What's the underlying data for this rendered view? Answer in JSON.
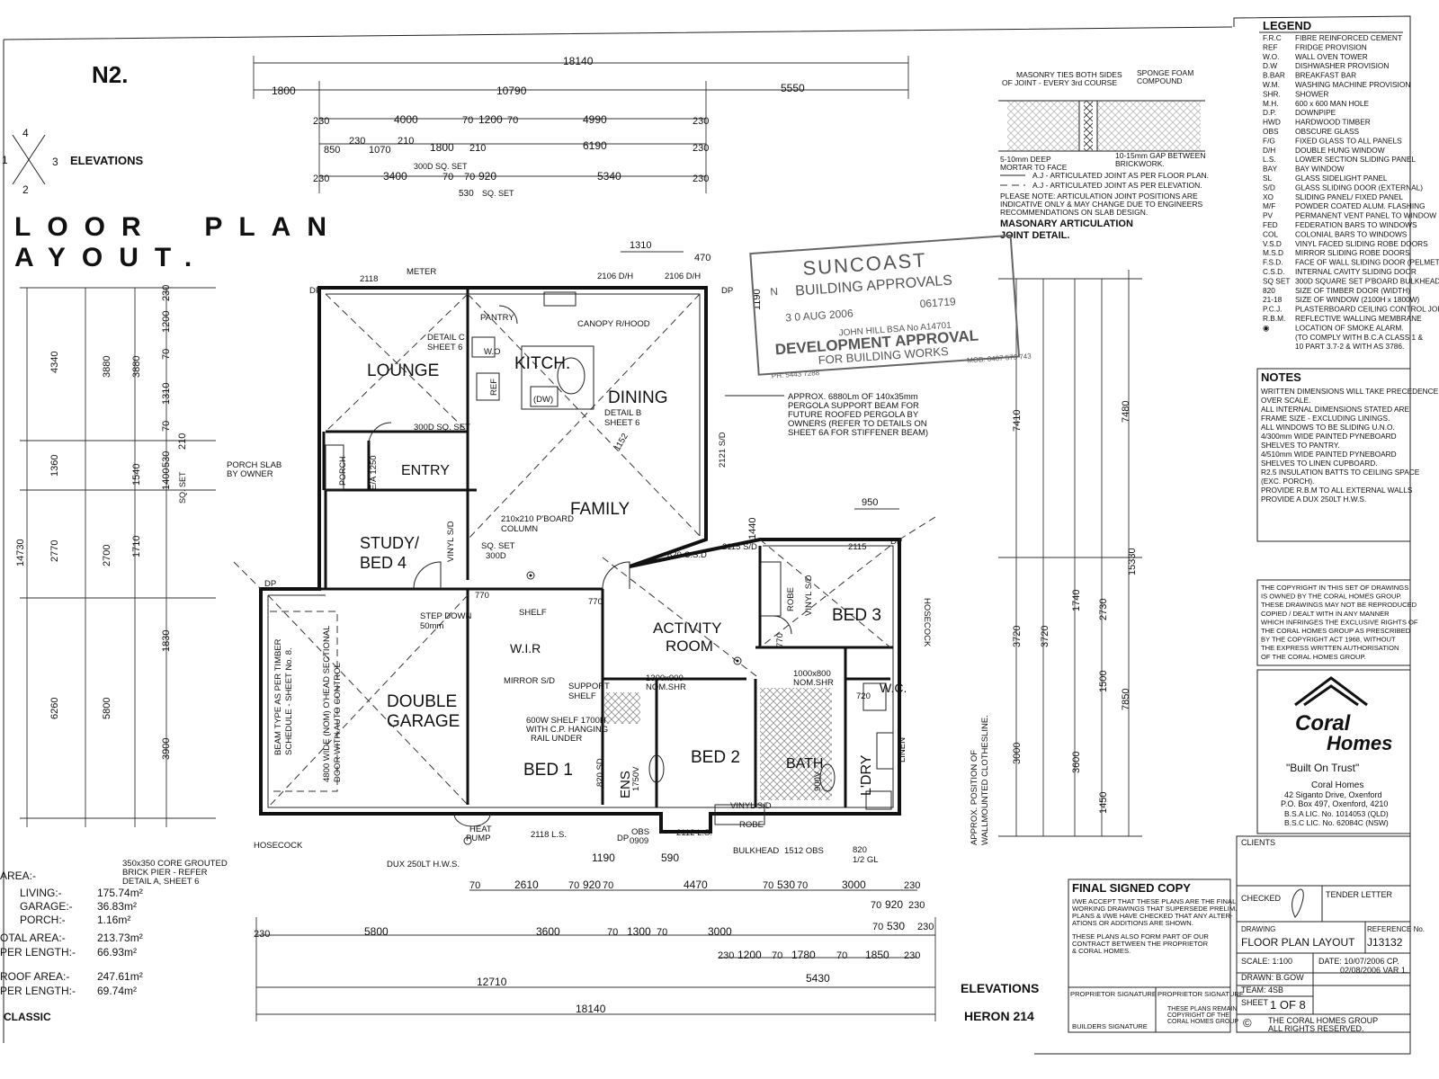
{
  "sheet_label": "N2.",
  "elevations_key": {
    "top": "4",
    "left": "1",
    "right": "3",
    "bottom": "2",
    "label": "ELEVATIONS"
  },
  "title": {
    "line1": "LOOR  PLAN",
    "line2": "AYOUT."
  },
  "top_dims": {
    "row1": [
      "18140"
    ],
    "row2": [
      "1800",
      "10790",
      "5550"
    ],
    "row3": [
      "230",
      "4000",
      "70",
      "1200",
      "70",
      "4990",
      "230"
    ],
    "row4": [
      "850",
      "230",
      "1070",
      "210",
      "1800",
      "210",
      "6190",
      "230"
    ],
    "row4_note": "300D SQ. SET",
    "row5": [
      "230",
      "3400",
      "70",
      "70",
      "920",
      "5340",
      "230"
    ],
    "row5_note": [
      "530",
      "SQ. SET"
    ]
  },
  "rooms": {
    "lounge": "LOUNGE",
    "kitch": "KITCH.",
    "dining": "DINING",
    "entry": "ENTRY",
    "family": "FAMILY",
    "study": [
      "STUDY/",
      "BED 4"
    ],
    "activity": [
      "ACTIVITY",
      "ROOM"
    ],
    "bed3": "BED 3",
    "garage": [
      "DOUBLE",
      "GARAGE"
    ],
    "wir": "W.I.R",
    "bed1": "BED 1",
    "bed2": "BED 2",
    "bath": "BATH",
    "ldry": "L'DRY",
    "wc": "W.C.",
    "ens": "ENS",
    "porch": "PORCH"
  },
  "plan_labels": {
    "meter": "METER",
    "canopy": "CANOPY R/HOOD",
    "pantry": "PANTRY",
    "wo": "W.O",
    "ref": "REF",
    "dw": "(DW)",
    "detail_c": [
      "DETAIL C",
      "SHEET 6"
    ],
    "detail_b": [
      "DETAIL B",
      "SHEET 6"
    ],
    "sq_set_300d": "300D SQ. SET",
    "porch_slab": [
      "PORCH SLAB",
      "BY OWNER"
    ],
    "column": [
      "210x210 P'BOARD",
      "COLUMN"
    ],
    "sq_set_300": [
      "SQ. SET",
      "300D"
    ],
    "step_down": [
      "STEP DOWN",
      "50mm"
    ],
    "shelf": "SHELF",
    "mirror": "MIRROR S/D",
    "support_shelf": [
      "SUPPORT",
      "SHELF"
    ],
    "nom_shr1": [
      "1300x900",
      "NOM.SHR"
    ],
    "nom_shr2": [
      "1000x800",
      "NOM.SHR"
    ],
    "shelf_note": [
      "600W SHELF 1700H",
      "WITH C.P. HANGING",
      "RAIL UNDER"
    ],
    "robe": "ROBE",
    "vinyl_sd": "VINYL S/D",
    "linen": "LINEN",
    "hosecock": "HOSECOCK",
    "heat_pump": [
      "HEAT",
      "PUMP"
    ],
    "hws": "DUX 250LT H.W.S.",
    "bulkhead": "BULKHEAD",
    "beam_type": [
      "BEAM TYPE AS PER TIMBER",
      "SCHEDULE - SHEET No. 8."
    ],
    "garage_door": [
      "4800 WIDE (NOM) O'HEAD SECTIONAL",
      "DOOR WITH AUTO CONTROL"
    ],
    "clothesline": [
      "APPROX. POSITION OF",
      "WALLMOUNTED CLOTHESLINE."
    ],
    "pergola": [
      "APPROX. 6880Lm OF 140x35mm",
      "PERGOLA SUPPORT BEAM FOR",
      "FUTURE ROOFED PERGOLA BY",
      "OWNERS (REFER TO DETAILS ON",
      "SHEET 6A FOR STIFFENER BEAM)"
    ],
    "core_grouted": [
      "350x350 CORE GROUTED",
      "BRICK PIER - REFER",
      "DETAIL A, SHEET 6"
    ],
    "window_marks": [
      "2118",
      "2106 D/H",
      "2106 D/H",
      "2115 S/D",
      "2115",
      "2121 S/D",
      "2118 L.S.",
      "2112 L.S.",
      "1512 OBS",
      "820 C.S.D",
      "0909",
      "OBS",
      "820",
      "1/2 GL",
      "820 SD",
      "1750V",
      "900V",
      "E/A 1250",
      "VINYL S/D",
      "DP",
      "720",
      "770",
      "1152"
    ]
  },
  "areas": {
    "heading": "AREA:-",
    "rows": [
      {
        "label": "LIVING:-",
        "value": "175.74m²"
      },
      {
        "label": "GARAGE:-",
        "value": "36.83m²"
      },
      {
        "label": "PORCH:-",
        "value": "1.16m²"
      },
      {
        "label": "OTAL AREA:-",
        "value": "213.73m²"
      },
      {
        "label": "PER LENGTH:-",
        "value": "66.93m²"
      },
      {
        "label": "ROOF AREA:-",
        "value": "247.61m²"
      },
      {
        "label": "PER LENGTH:-",
        "value": "69.74m²"
      }
    ],
    "series": "CLASSIC"
  },
  "bottom_dims": {
    "row1": [
      "70",
      "2610",
      "70",
      "920",
      "70",
      "4470",
      "70",
      "530",
      "70",
      "3000",
      "230"
    ],
    "row2": [
      "70",
      "920",
      "230"
    ],
    "row3": [
      "230",
      "5800",
      "3600",
      "70",
      "1300",
      "70",
      "3000",
      "70",
      "530",
      "230"
    ],
    "row4": [
      "230",
      "1200",
      "70",
      "1780",
      "70",
      "1850",
      "230"
    ],
    "row5": [
      "12710",
      "5430"
    ],
    "row6": [
      "18140"
    ],
    "small": [
      "1190",
      "590"
    ]
  },
  "left_dims": {
    "outer": [
      "4340",
      "1360",
      "2770",
      "14730",
      "6260"
    ],
    "mid": [
      "3880",
      "2700",
      "5800"
    ],
    "inner": [
      "3880",
      "1540",
      "1710",
      "1830",
      "3900"
    ],
    "edge": [
      "230",
      "1200",
      "70",
      "1310",
      "70",
      "530",
      "210",
      "1400",
      "SQ. SET"
    ]
  },
  "right_dims": {
    "outer": [
      "7480",
      "15330",
      "7850"
    ],
    "mid": [
      "7410",
      "3720",
      "3000"
    ],
    "inner": [
      "3720",
      "3600",
      "1740",
      "2730",
      "1500",
      "1450"
    ],
    "small": [
      "950",
      "1440",
      "1310",
      "470",
      "1190"
    ]
  },
  "articulation": {
    "labels": [
      "MASONRY TIES BOTH SIDES",
      "OF JOINT - EVERY 3rd COURSE",
      "SPONGE FOAM",
      "COMPOUND",
      "5-10mm DEEP",
      "MORTAR TO FACE",
      "10-15mm GAP BETWEEN",
      "BRICKWORK."
    ],
    "aj1": "A.J - ARTICULATED JOINT AS PER FLOOR PLAN.",
    "aj2": "A.J - ARTICULATED JOINT AS PER ELEVATION.",
    "note": [
      "PLEASE NOTE: ARTICULATION JOINT POSITIONS ARE",
      "INDICATIVE ONLY & MAY CHANGE DUE TO ENGINEERS",
      "RECOMMENDATIONS ON SLAB DESIGN."
    ],
    "title": [
      "MASONARY ARTICULATION",
      "JOINT DETAIL."
    ]
  },
  "stamp": {
    "line1": "SUNCOAST",
    "line2": "BUILDING APPROVALS",
    "date": "3 0 AUG 2006",
    "number": "061719",
    "line3": "JOHN HILL  BSA No A14701",
    "line4": "DEVELOPMENT APPROVAL",
    "line5": "FOR BUILDING WORKS",
    "ph": "PH: 5443 7288",
    "mob": "MOB: 0407 573 743",
    "n": "N"
  },
  "legend": {
    "title": "LEGEND",
    "items": [
      {
        "code": "F.R.C",
        "desc": "FIBRE REINFORCED CEMENT"
      },
      {
        "code": "REF",
        "desc": "FRIDGE PROVISION"
      },
      {
        "code": "W.O.",
        "desc": "WALL OVEN TOWER"
      },
      {
        "code": "D.W",
        "desc": "DISHWASHER PROVISION"
      },
      {
        "code": "B.BAR",
        "desc": "BREAKFAST BAR"
      },
      {
        "code": "W.M.",
        "desc": "WASHING MACHINE PROVISION"
      },
      {
        "code": "SHR.",
        "desc": "SHOWER"
      },
      {
        "code": "M.H.",
        "desc": "600 x 600 MAN HOLE"
      },
      {
        "code": "D.P.",
        "desc": "DOWNPIPE"
      },
      {
        "code": "HWD",
        "desc": "HARDWOOD TIMBER"
      },
      {
        "code": "OBS",
        "desc": "OBSCURE GLASS"
      },
      {
        "code": "F/G",
        "desc": "FIXED GLASS TO ALL PANELS"
      },
      {
        "code": "D/H",
        "desc": "DOUBLE HUNG WINDOW"
      },
      {
        "code": "L.S.",
        "desc": "LOWER SECTION SLIDING PANEL"
      },
      {
        "code": "BAY",
        "desc": "BAY WINDOW"
      },
      {
        "code": "SL",
        "desc": "GLASS SIDELIGHT PANEL"
      },
      {
        "code": "S/D",
        "desc": "GLASS SLIDING DOOR (EXTERNAL)"
      },
      {
        "code": "XO",
        "desc": "SLIDING PANEL/ FIXED PANEL"
      },
      {
        "code": "M/F",
        "desc": "POWDER COATED ALUM. FLASHING"
      },
      {
        "code": "PV",
        "desc": "PERMANENT VENT PANEL TO WINDOW"
      },
      {
        "code": "FED",
        "desc": "FEDERATION BARS TO WINDOWS"
      },
      {
        "code": "COL",
        "desc": "COLONIAL BARS TO WINDOWS"
      },
      {
        "code": "V.S.D",
        "desc": "VINYL FACED SLIDING ROBE DOORS"
      },
      {
        "code": "M.S.D",
        "desc": "MIRROR SLIDING ROBE DOORS"
      },
      {
        "code": "F.S.D.",
        "desc": "FACE OF WALL SLIDING DOOR (PELMET)"
      },
      {
        "code": "C.S.D.",
        "desc": "INTERNAL CAVITY SLIDING DOOR"
      },
      {
        "code": "SQ SET",
        "desc": "300D SQUARE SET P'BOARD BULKHEAD"
      },
      {
        "code": "820",
        "desc": "SIZE OF TIMBER DOOR (WIDTH)"
      },
      {
        "code": "21-18",
        "desc": "SIZE OF WINDOW (2100H x 1800W)"
      },
      {
        "code": "P.C.J.",
        "desc": "PLASTERBOARD CEILING CONTROL JOINT"
      },
      {
        "code": "R.B.M.",
        "desc": "REFLECTIVE WALLING MEMBRANE"
      },
      {
        "code": "◉",
        "desc": "LOCATION OF SMOKE ALARM."
      },
      {
        "code": "",
        "desc": "(TO COMPLY WITH B.C.A CLASS 1 &"
      },
      {
        "code": "",
        "desc": "10 PART 3.7-2 & WITH AS 3786."
      }
    ]
  },
  "notes": {
    "title": "NOTES",
    "lines": [
      "WRITTEN DIMENSIONS WILL TAKE PRECEDENCE",
      "OVER SCALE.",
      "ALL INTERNAL DIMENSIONS STATED ARE",
      "FRAME SIZE - EXCLUDING LININGS.",
      "ALL WINDOWS TO BE SLIDING U.N.O.",
      "4/300mm WIDE PAINTED PYNEBOARD",
      "SHELVES TO PANTRY.",
      "4/510mm WIDE PAINTED PYNEBOARD",
      "SHELVES TO LINEN CUPBOARD.",
      "R2.5 INSULATION BATTS TO CEILING SPACE",
      "(EXC. PORCH).",
      "PROVIDE R.B.M TO ALL EXTERNAL WALLS",
      "PROVIDE A DUX 250LT H.W.S."
    ]
  },
  "copyright": [
    "THE COPYRIGHT IN THIS SET OF DRAWINGS",
    "IS OWNED BY THE CORAL HOMES GROUP.",
    "THESE DRAWINGS MAY NOT BE REPRODUCED",
    "COPIED / DEALT WITH IN ANY MANNER",
    "WHICH INFRINGES THE EXCLUSIVE RIGHTS OF",
    "THE CORAL HOMES GROUP AS PRESCRIBED",
    "BY THE COPYRIGHT ACT 1968, WITHOUT",
    "THE EXPRESS WRITTEN AUTHORISATION",
    "OF THE CORAL HOMES GROUP."
  ],
  "company": {
    "logo_line1": "Coral",
    "logo_line2": "Homes",
    "tagline": "\"Built On Trust\"",
    "name": "Coral Homes",
    "address1": "42 Siganto Drive, Oxenford",
    "address2": "P.O. Box 497, Oxenford, 4210",
    "lic1": "B.S.A LIC. No. 1014053 (QLD)",
    "lic2": "B.S.C LIC. No. 62084C (NSW)"
  },
  "final_copy": {
    "title": "FINAL SIGNED COPY",
    "text1": [
      "I/WE ACCEPT THAT THESE PLANS ARE THE FINAL",
      "WORKING DRAWINGS THAT SUPERSEDE PRELIM.",
      "PLANS & I/WE HAVE CHECKED THAT ANY ALTER-",
      "ATIONS OR ADDITIONS ARE SHOWN."
    ],
    "text2": [
      "THESE PLANS ALSO FORM PART OF OUR",
      "CONTRACT BETWEEN THE PROPRIETOR",
      "& CORAL HOMES."
    ],
    "prop_sig1": "PROPRIETOR SIGNATURE",
    "prop_sig2": "PROPRIETOR SIGNATURE",
    "builder_sig": "BUILDERS SIGNATURE",
    "remain": [
      "THESE PLANS REMAIN",
      "COPYRIGHT OF THE",
      "CORAL HOMES GROUP"
    ]
  },
  "elevations_label": "ELEVATIONS",
  "house_name": "HERON 214",
  "title_block": {
    "clients": "CLIENTS",
    "checked": "CHECKED",
    "tender": "TENDER LETTER",
    "drawing_label": "DRAWING",
    "drawing": "FLOOR PLAN LAYOUT",
    "reference_label": "REFERENCE No.",
    "reference": "J13132",
    "scale": "SCALE: 1:100",
    "date": "DATE: 10/07/2006 CP.",
    "var": "02/08/2006 VAR 1.",
    "drawn": "DRAWN: B.GOW",
    "team": "TEAM: 4SB",
    "sheet_label": "SHEET",
    "sheet": "1 OF 8",
    "copyright1": "THE CORAL HOMES GROUP",
    "copyright2": "ALL RIGHTS RESERVED.",
    "copy_symbol": "©"
  }
}
